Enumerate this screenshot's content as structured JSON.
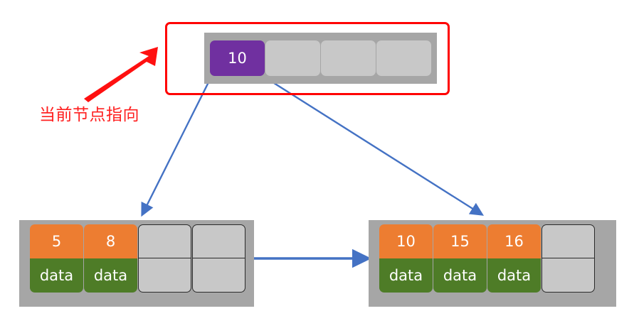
{
  "diagram": {
    "title": "B+ tree node traversal diagram",
    "colors": {
      "accent_red": "#FF0000",
      "annotation_red": "#FF2020",
      "index_key": "#7030A0",
      "leaf_key": "#ED7D31",
      "leaf_data": "#4E7C27",
      "empty_cell": "#C8C8C8",
      "node_frame": "#A6A6A6",
      "connector_blue": "#4472C4"
    }
  },
  "annotation": {
    "label": "当前节点指向",
    "arrow_name": "red-pointer-arrow"
  },
  "root_node": {
    "name": "index-node",
    "cells": [
      {
        "label": "10",
        "filled": true
      },
      {
        "label": "",
        "filled": false
      },
      {
        "label": "",
        "filled": false
      },
      {
        "label": "",
        "filled": false
      }
    ]
  },
  "leaf_left": {
    "name": "leaf-node-left",
    "columns": [
      {
        "key": "5",
        "data": "data",
        "filled": true
      },
      {
        "key": "8",
        "data": "data",
        "filled": true
      },
      {
        "key": "",
        "data": "",
        "filled": false
      },
      {
        "key": "",
        "data": "",
        "filled": false
      }
    ]
  },
  "leaf_right": {
    "name": "leaf-node-right",
    "columns": [
      {
        "key": "10",
        "data": "data",
        "filled": true
      },
      {
        "key": "15",
        "data": "data",
        "filled": true
      },
      {
        "key": "16",
        "data": "data",
        "filled": true
      },
      {
        "key": "",
        "data": "",
        "filled": false
      }
    ]
  },
  "connectors": [
    {
      "name": "root-to-left-leaf-arrow",
      "from": "index-key-10-left",
      "to": "leaf-node-left"
    },
    {
      "name": "root-to-right-leaf-arrow",
      "from": "index-key-10-right",
      "to": "leaf-node-right"
    },
    {
      "name": "leaf-sibling-link-arrow",
      "from": "leaf-node-left",
      "to": "leaf-node-right"
    }
  ]
}
